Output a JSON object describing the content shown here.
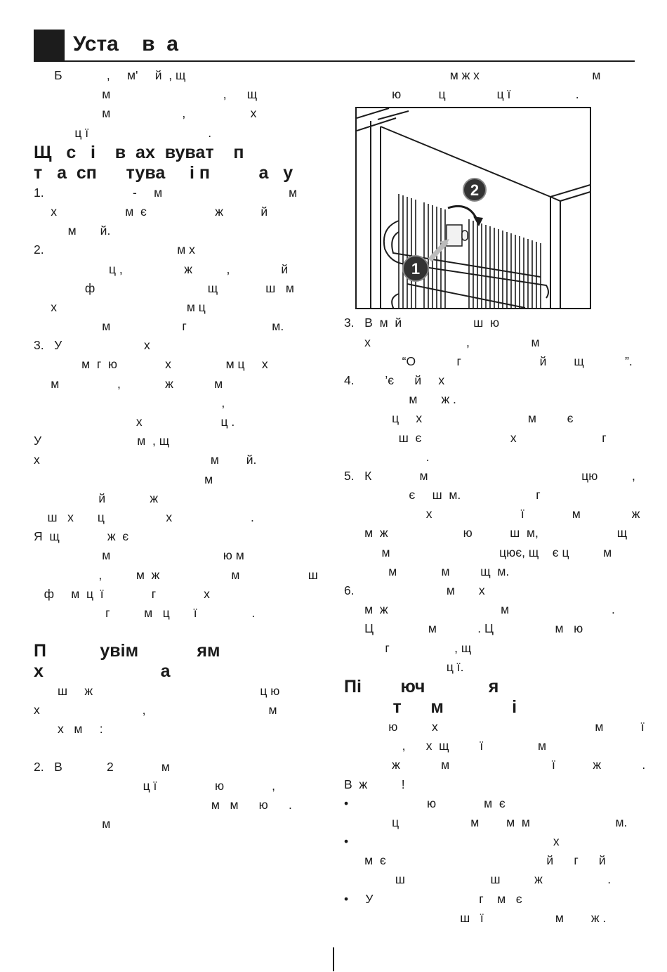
{
  "header": {
    "title": "Уста    в  а"
  },
  "left": [
    {
      "t": "l",
      "text": "      Б             ,     м'     й  , щ"
    },
    {
      "t": "l",
      "text": "                    м                                 ,      щ"
    },
    {
      "t": "l",
      "text": "                    м                     ,                   х"
    },
    {
      "t": "l",
      "text": "            ц ї                                   ."
    },
    {
      "t": "h",
      "text": "Щ   с   і    в  ах  вуват    п"
    },
    {
      "t": "h",
      "text": "т   а  сп      тува     і п          а   у"
    },
    {
      "t": "l",
      "text": "1.                          -     м                                     м"
    },
    {
      "t": "l",
      "text": "     х                    м  є                    ж           й"
    },
    {
      "t": "l",
      "text": "          м       й."
    },
    {
      "t": "l",
      "text": "2.                                       м х"
    },
    {
      "t": "l",
      "text": "                      ц ,                  ж          ,               й"
    },
    {
      "t": "l",
      "text": "               ф                                 щ              ш   м"
    },
    {
      "t": "l",
      "text": "     х                                      м ц"
    },
    {
      "t": "l",
      "text": "                    м                     г                         м."
    },
    {
      "t": "l",
      "text": "3.   У                        х"
    },
    {
      "t": "l",
      "text": "              м  г  ю              х                м ц     х"
    },
    {
      "t": "l",
      "text": "     м                 ,             ж            м"
    },
    {
      "t": "l",
      "text": "                                                       ,"
    },
    {
      "t": "l",
      "text": "                              х                       ц ."
    },
    {
      "t": "l",
      "text": "У                            м  , щ"
    },
    {
      "t": "l",
      "text": "х                                                  м        й."
    },
    {
      "t": "l",
      "text": "                                                  м"
    },
    {
      "t": "l",
      "text": "                   й             ж"
    },
    {
      "t": "l",
      "text": "    ш   х       ц                  х                       ."
    },
    {
      "t": "l",
      "text": "Я  щ              ж  є"
    },
    {
      "t": "l",
      "text": "                    м                                 ю м"
    },
    {
      "t": "l",
      "text": "                   ,          м  ж                     м                    ш"
    },
    {
      "t": "l",
      "text": "   ф     м  ц  ї              г              х"
    },
    {
      "t": "l",
      "text": "                     г          м   ц       ї                ."
    },
    {
      "t": "g2"
    },
    {
      "t": "h",
      "text": "П           увім            ям"
    },
    {
      "t": "h",
      "text": "х                        а"
    },
    {
      "t": "l",
      "text": "       ш     ж                                                 ц ю"
    },
    {
      "t": "l",
      "text": "х                              ,                                    м"
    },
    {
      "t": "l",
      "text": "       х   м     :"
    },
    {
      "t": "g2"
    },
    {
      "t": "l",
      "text": "2.   В             2              м"
    },
    {
      "t": "l",
      "text": "                                ц ї                 ю              ,"
    },
    {
      "t": "l",
      "text": "                                                    м   м      ю      ."
    },
    {
      "t": "l",
      "text": "                    м"
    }
  ],
  "right_top": [
    {
      "t": "l",
      "text": "                               м ж х                                 м"
    },
    {
      "t": "l",
      "text": "              ю           ц               ц ї                   ."
    }
  ],
  "figure": {
    "callout_1": "1",
    "callout_2": "2"
  },
  "right": [
    {
      "t": "l",
      "text": "3.   В  м  й                     ш  ю"
    },
    {
      "t": "l",
      "text": "      х                            ,                  м"
    },
    {
      "t": "l",
      "text": "                 “О            г                       й        щ            ”."
    },
    {
      "t": "l",
      "text": "4.         ’є      й     х"
    },
    {
      "t": "l",
      "text": "                   м       ж ."
    },
    {
      "t": "l",
      "text": "              ц     х                               м         є"
    },
    {
      "t": "l",
      "text": "                ш  є                          х                         г"
    },
    {
      "t": "l",
      "text": "                        ."
    },
    {
      "t": "l",
      "text": "5.   К              м                                             цю          ,"
    },
    {
      "t": "l",
      "text": "                   є     ш  м.                      г"
    },
    {
      "t": "l",
      "text": "                        х                          ї              м               ж"
    },
    {
      "t": "l",
      "text": "      м  ж                      ю           ш  м,                       щ"
    },
    {
      "t": "l",
      "text": "           м                                цює, щ    є ц          м"
    },
    {
      "t": "l",
      "text": "             м             м         щ  м."
    },
    {
      "t": "l",
      "text": "6.                           м       х"
    },
    {
      "t": "l",
      "text": "      м  ж                                 м                              ."
    },
    {
      "t": "l",
      "text": "      Ц                м            . Ц                  м   ю"
    },
    {
      "t": "l",
      "text": "            г                   , щ"
    },
    {
      "t": "l",
      "text": "                              ц ї."
    },
    {
      "t": "h",
      "text": "Пі        юч             я"
    },
    {
      "t": "h",
      "text": "          т      м              і"
    },
    {
      "t": "l",
      "text": "             ю          х                                              м           ї"
    },
    {
      "t": "l",
      "text": "                 ,      х  щ         ї                м"
    },
    {
      "t": "l",
      "text": "              ж            м                              ї           ж            ."
    },
    {
      "t": "l",
      "text": "В  ж          !"
    },
    {
      "t": "l",
      "text": "•                       ю              м  є"
    },
    {
      "t": "l",
      "text": "              ц                     м        м  м                         м."
    },
    {
      "t": "l",
      "text": "•                                                            х"
    },
    {
      "t": "l",
      "text": "      м  є                                               й      г      й"
    },
    {
      "t": "l",
      "text": "               ш                         ш          ж                   ."
    },
    {
      "t": "l",
      "text": "•     У                               г    м   є"
    },
    {
      "t": "l",
      "text": "                                  ш   ї                     м        ж ."
    }
  ]
}
